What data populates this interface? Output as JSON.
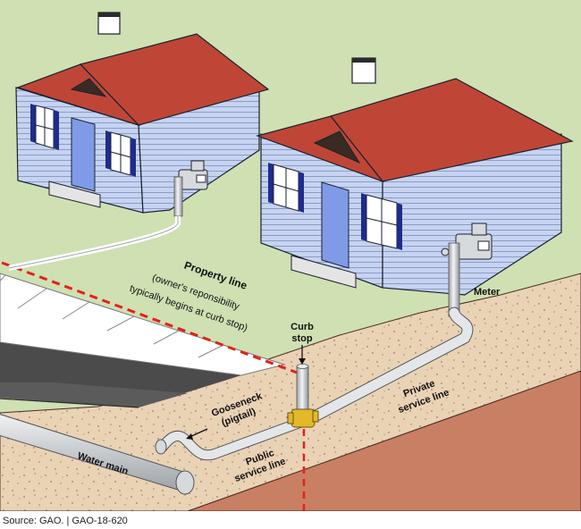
{
  "labels": {
    "property_line_title": "Property line",
    "property_line_note_1": "(owner's reponsibility",
    "property_line_note_2": "typically begins at curb stop)",
    "curb_stop_1": "Curb",
    "curb_stop_2": "stop",
    "meter": "Meter",
    "gooseneck_1": "Gooseneck",
    "gooseneck_2": "(pigtail)",
    "public_service_1": "Public",
    "public_service_2": "service line",
    "private_service_1": "Private",
    "private_service_2": "service line",
    "water_main": "Water main"
  },
  "source_note": "Source: GAO.  |  GAO-18-620",
  "colors": {
    "lawn": "#cfe0b3",
    "siding": "#c6d3f1",
    "roof": "#bf4636",
    "door": "#7f9be8",
    "shutter": "#1f2c8c",
    "soil_surface": "#ead2b5",
    "soil_cut": "#c97f63",
    "street": "#4b4b4b",
    "property_line": "#e3201b",
    "pipe": "#d6dadd",
    "curb_stop_valve": "#e3b82a"
  }
}
